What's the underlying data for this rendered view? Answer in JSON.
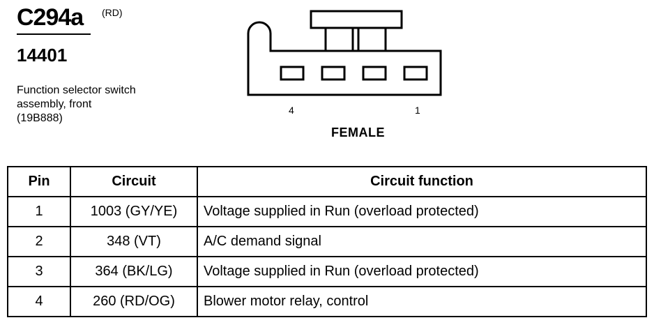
{
  "connector": {
    "id": "C294a",
    "color_code": "(RD)",
    "part_number": "14401",
    "description_lines": [
      "Function selector switch",
      "assembly, front",
      "(19B888)"
    ],
    "view": "FEMALE",
    "pin_labels": {
      "left": "4",
      "right": "1"
    },
    "cavity_count": 4
  },
  "table": {
    "headers": {
      "pin": "Pin",
      "circuit": "Circuit",
      "function": "Circuit function"
    },
    "rows": [
      {
        "pin": "1",
        "circuit": "1003 (GY/YE)",
        "function": "Voltage supplied in Run (overload protected)"
      },
      {
        "pin": "2",
        "circuit": "348 (VT)",
        "function": "A/C demand signal"
      },
      {
        "pin": "3",
        "circuit": "364 (BK/LG)",
        "function": "Voltage supplied in Run (overload protected)"
      },
      {
        "pin": "4",
        "circuit": "260 (RD/OG)",
        "function": "Blower motor relay, control"
      }
    ]
  }
}
